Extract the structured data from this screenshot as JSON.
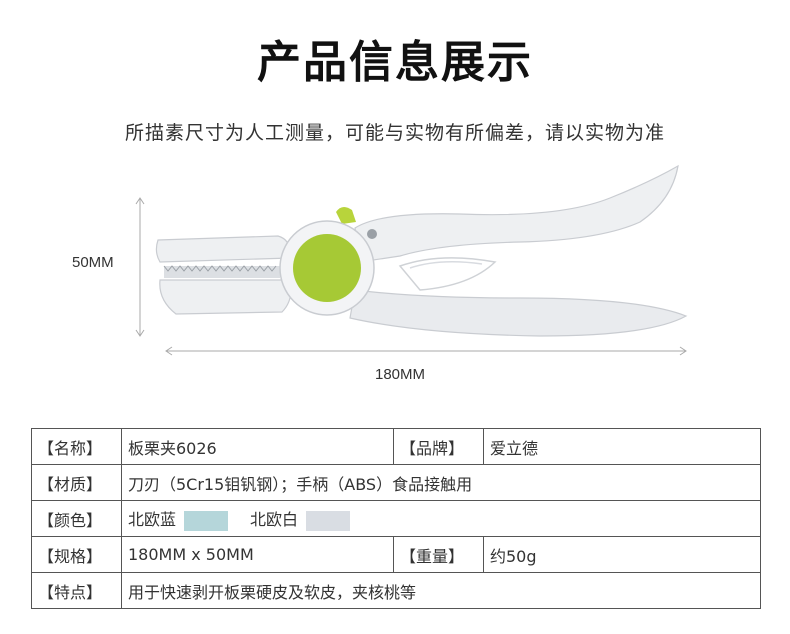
{
  "page": {
    "title": "产品信息展示",
    "subtitle": "所描素尺寸为人工测量，可能与实物有所偏差，请以实物为准"
  },
  "dimensions": {
    "height_label": "50MM",
    "width_label": "180MM"
  },
  "specs": {
    "name_label": "【名称】",
    "name_value": "板栗夹6026",
    "brand_label": "【品牌】",
    "brand_value": "爱立德",
    "material_label": "【材质】",
    "material_value": "刀刃（5Cr15钼钒钢）；手柄（ABS）食品接触用",
    "color_label": "【颜色】",
    "colors": [
      {
        "name": "北欧蓝",
        "hex": "#b5d6da"
      },
      {
        "name": "北欧白",
        "hex": "#d9dde3"
      }
    ],
    "size_label": "【规格】",
    "size_value": "180MM x 50MM",
    "weight_label": "【重量】",
    "weight_value": "约50g",
    "feature_label": "【特点】",
    "feature_value": "用于快速剥开板栗硬皮及软皮，夹核桃等"
  },
  "colors": {
    "accent_green": "#a6c935",
    "tool_white": "#f0f1f3",
    "border": "#555555"
  }
}
